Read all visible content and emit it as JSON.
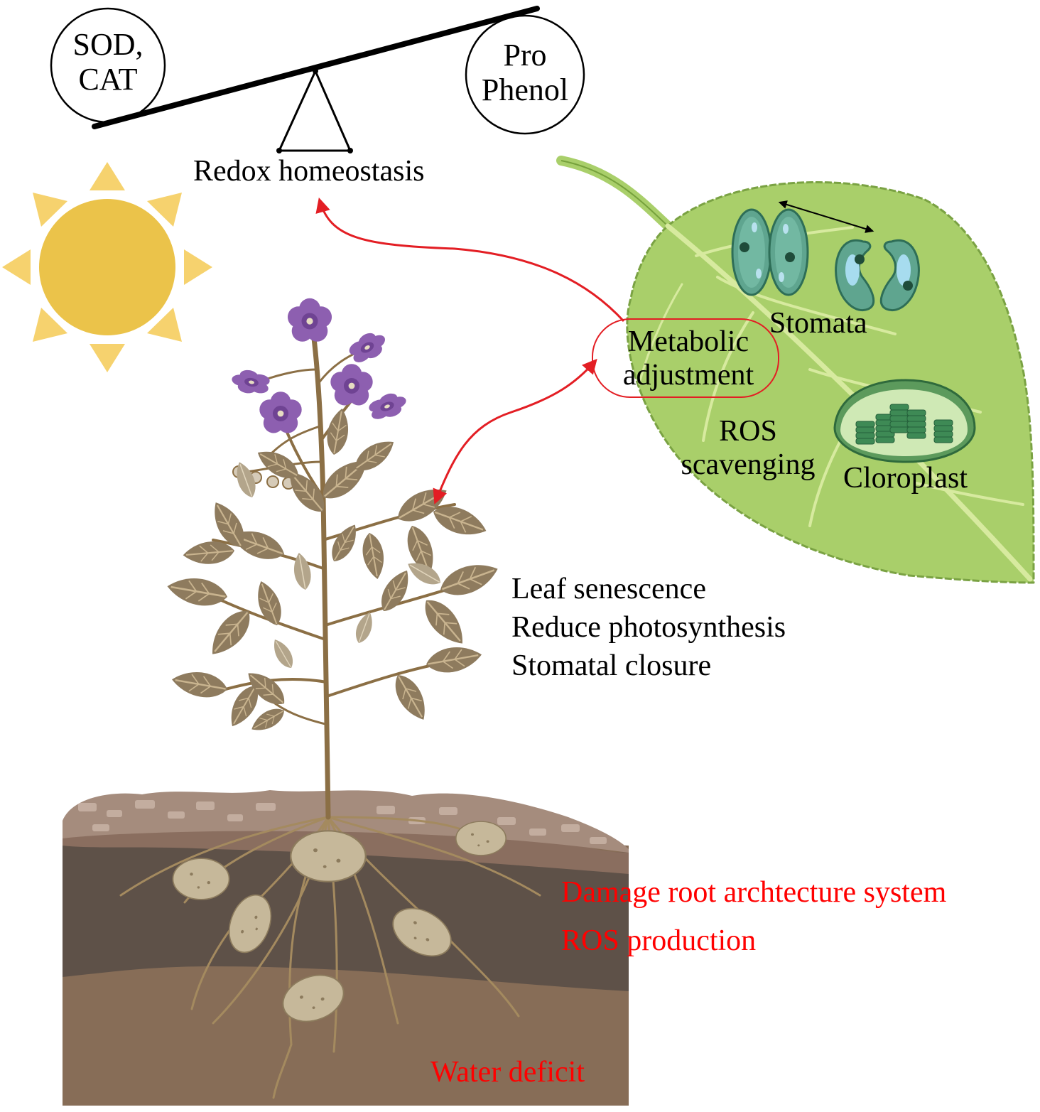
{
  "balance": {
    "left_lines": [
      "SOD,",
      "CAT"
    ],
    "right_lines": [
      "Pro",
      "Phenol"
    ],
    "caption": "Redox homeostasis"
  },
  "leaf_panel": {
    "metabolic_lines": [
      "Metabolic",
      "adjustment"
    ],
    "stomata": "Stomata",
    "ros_lines": [
      "ROS",
      "scavenging"
    ],
    "chloroplast": "Cloroplast"
  },
  "shoot_effects": [
    "Leaf senescence",
    "Reduce photosynthesis",
    "Stomatal closure"
  ],
  "root_effects": [
    "Damage root archtecture system",
    "ROS production"
  ],
  "soil_label": "Water deficit",
  "colors": {
    "sun": "#ebc34a",
    "sun_rays": "#f6d26e",
    "leaf": "#a9cf6a",
    "leaf_vein": "#d7ea9f",
    "flower": "#8d5fb0",
    "stressed_leaf": "#8e7b5e",
    "soil_top": "#a58c7d",
    "soil_dark": "#5e5148",
    "soil_light": "#876d57",
    "tuber": "#c6b89a",
    "arrow_red": "#e31e24",
    "text_red": "#ff0000"
  },
  "icons": [
    "sun-icon",
    "balance-scale-icon",
    "potato-plant-icon",
    "leaf-icon",
    "stomata-icon",
    "chloroplast-icon",
    "soil-icon"
  ]
}
